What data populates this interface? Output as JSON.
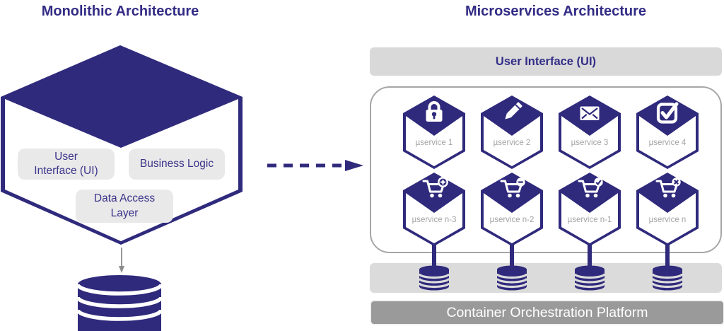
{
  "colors": {
    "purple": "#2F2A7C",
    "title_text": "#322C85",
    "component_box_gray": "#E9E9E9",
    "component_text": "#3B3389",
    "service_label_gray": "#A3A3A3",
    "ui_bar_gray": "#D9D9D9",
    "db_bar_gray": "#DBDBDB",
    "platform_bar_gray": "#9A9A9A",
    "platform_text": "#FFFFFF",
    "container_border_gray": "#A6A6A6",
    "down_arrow_gray": "#8C8C8C"
  },
  "monolith": {
    "title": "Monolithic Architecture",
    "components": [
      {
        "line1": "User",
        "line2": "Interface (UI)"
      },
      {
        "line1": "Business Logic",
        "line2": ""
      },
      {
        "line1": "Data Access",
        "line2": "Layer"
      }
    ],
    "database_count": 1
  },
  "microservices": {
    "title": "Microservices Architecture",
    "ui_bar_label": "User Interface (UI)",
    "services": [
      {
        "label": "µservice 1",
        "icon": "lock-icon"
      },
      {
        "label": "µservice 2",
        "icon": "pencil-icon"
      },
      {
        "label": "µservice 3",
        "icon": "envelope-icon"
      },
      {
        "label": "µservice 4",
        "icon": "checkbox-check-icon"
      },
      {
        "label": "µservice n-3",
        "icon": "cart-add-icon"
      },
      {
        "label": "µservice n-2",
        "icon": "cart-remove-icon"
      },
      {
        "label": "µservice n-1",
        "icon": "cart-check-icon"
      },
      {
        "label": "µservice n",
        "icon": "cart-x-icon"
      }
    ],
    "database_count": 4,
    "platform_bar_label": "Container Orchestration Platform"
  }
}
